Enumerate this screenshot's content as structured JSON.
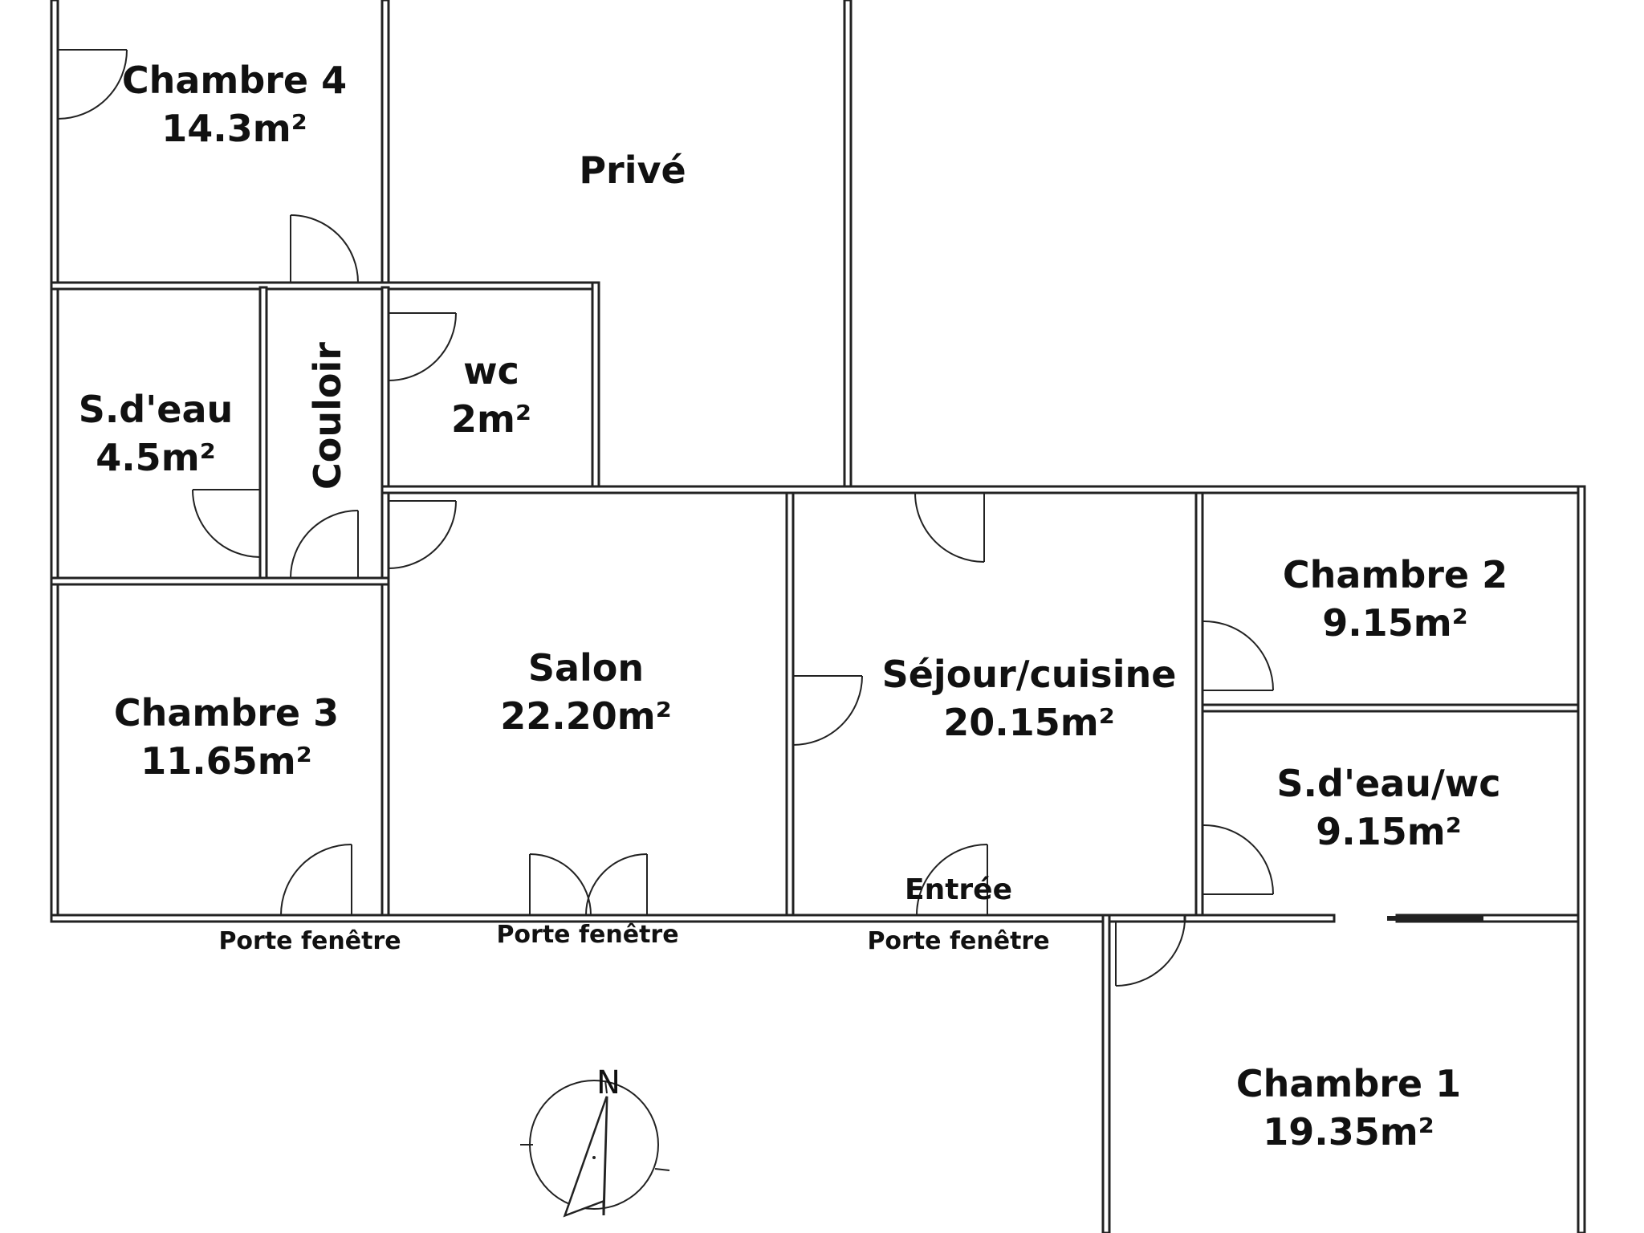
{
  "rooms": [
    {
      "name": "Chambre 4",
      "area": "14.3m²"
    },
    {
      "name": "Privé",
      "area": ""
    },
    {
      "name": "S.d'eau",
      "area": "4.5m²"
    },
    {
      "name": "Couloir",
      "area": ""
    },
    {
      "name": "wc",
      "area": "2m²"
    },
    {
      "name": "Chambre 3",
      "area": "11.65m²"
    },
    {
      "name": "Salon",
      "area": "22.20m²"
    },
    {
      "name": "Séjour/cuisine",
      "area": "20.15m²"
    },
    {
      "name": "Chambre 2",
      "area": "9.15m²"
    },
    {
      "name": "S.d'eau/wc",
      "area": "9.15m²"
    },
    {
      "name": "Chambre 1",
      "area": "19.35m²"
    }
  ],
  "openings": {
    "entree": "Entrée",
    "porte_fenetre_1": "Porte fenêtre",
    "porte_fenetre_2": "Porte fenêtre",
    "porte_fenetre_3": "Porte fenêtre"
  },
  "compass": {
    "north": "N"
  },
  "colors": {
    "line": "#222222",
    "background": "#ffffff"
  }
}
